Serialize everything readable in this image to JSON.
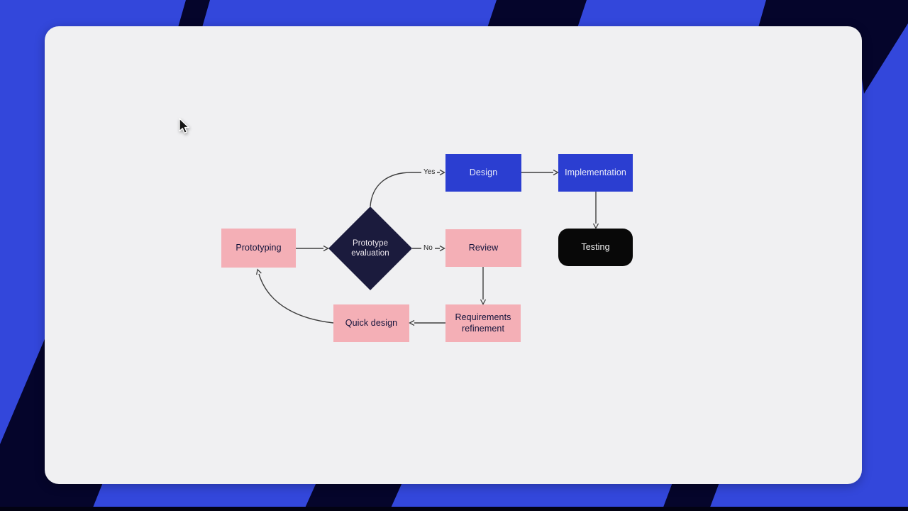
{
  "background": {
    "base": "#3347db",
    "stripe": "#05052b",
    "bottom_bar": "#020212",
    "canvas": "#f0f0f2"
  },
  "flowchart": {
    "nodes": [
      {
        "id": "prototyping",
        "label": "Prototyping",
        "shape": "rectangle",
        "variant": "pink"
      },
      {
        "id": "prototype-evaluation",
        "label": "Prototype evaluation",
        "shape": "diamond",
        "variant": "navy"
      },
      {
        "id": "design",
        "label": "Design",
        "shape": "rectangle",
        "variant": "blue"
      },
      {
        "id": "implementation",
        "label": "Implementation",
        "shape": "rectangle",
        "variant": "blue"
      },
      {
        "id": "testing",
        "label": "Testing",
        "shape": "rounded-rectangle",
        "variant": "black"
      },
      {
        "id": "review",
        "label": "Review",
        "shape": "rectangle",
        "variant": "pink"
      },
      {
        "id": "requirements-refinement",
        "label": "Requirements refinement",
        "shape": "rectangle",
        "variant": "pink"
      },
      {
        "id": "quick-design",
        "label": "Quick design",
        "shape": "rectangle",
        "variant": "pink"
      }
    ],
    "edges": [
      {
        "from": "prototyping",
        "to": "prototype-evaluation",
        "label": ""
      },
      {
        "from": "prototype-evaluation",
        "to": "design",
        "label": "Yes"
      },
      {
        "from": "prototype-evaluation",
        "to": "review",
        "label": "No"
      },
      {
        "from": "design",
        "to": "implementation",
        "label": ""
      },
      {
        "from": "implementation",
        "to": "testing",
        "label": ""
      },
      {
        "from": "review",
        "to": "requirements-refinement",
        "label": ""
      },
      {
        "from": "requirements-refinement",
        "to": "quick-design",
        "label": ""
      },
      {
        "from": "quick-design",
        "to": "prototyping",
        "label": ""
      }
    ],
    "labels": {
      "yes": "Yes",
      "no": "No"
    },
    "colors": {
      "node_pink": "#f4afb6",
      "node_blue": "#2b3ed1",
      "node_navy": "#1b1b3d",
      "node_black": "#080808",
      "arrow": "#3f3f3f"
    }
  }
}
